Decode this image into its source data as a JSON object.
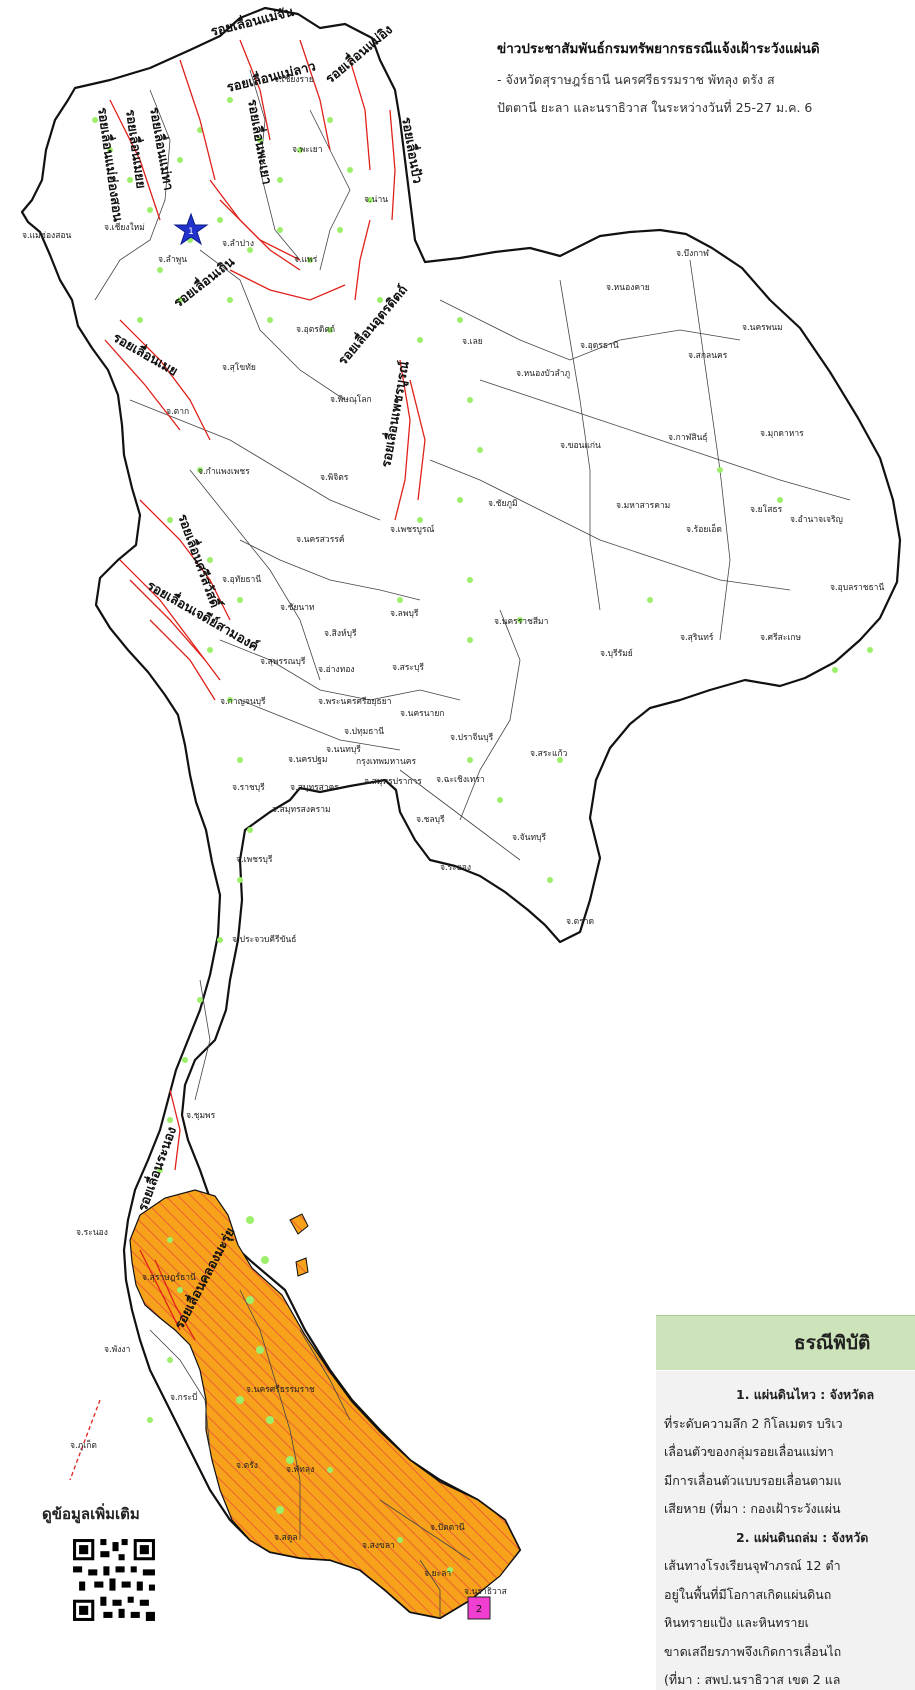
{
  "header": {
    "headline": "ข่าวประชาสัมพันธ์กรมทรัพยากรธรณีแจ้งเฝ้าระวังแผ่นดิ",
    "line1": "- จังหวัดสุราษฎร์ธานี นครศรีธรรมราช พัทลุง ตรัง ส",
    "line2": "ปัตตานี ยะลา และนราธิวาส ในระหว่างวันที่ 25-27 ม.ค. 6"
  },
  "panel": {
    "title": "ธรณีพิบัติ",
    "lines": [
      "1. แผ่นดินไหว : จังหวัดล",
      "ที่ระดับความลึก 2 กิโลเมตร บริเว",
      "เลื่อนตัวของกลุ่มรอยเลื่อนแม่ทา",
      "มีการเลื่อนตัวแบบรอยเลื่อนตามแ",
      "เสียหาย (ที่มา : กองเฝ้าระวังแผ่น",
      "2. แผ่นดินถล่ม : จังหวัด",
      "เส้นทางโรงเรียนจุฬาภรณ์ 12 ตำ",
      "อยู่ในพื้นที่มีโอกาสเกิดแผ่นดินถ",
      "หินทรายแป้ง และหินทรายเ",
      "ขาดเสถียรภาพจึงเกิดการเลื่อนไถ",
      "(ที่มา : สพป.นราธิวาส เขต 2 แล"
    ]
  },
  "more_info": {
    "label": "ดูข้อมูลเพิ่มเติม",
    "qr": "qr-code-icon"
  },
  "markers": {
    "earthquake": "1",
    "landslide": "2"
  },
  "colors": {
    "warning_zone": "#f7a21b",
    "hatch": "#e8503a",
    "fault": "#e0201a",
    "risk_dot": "#9cef6a",
    "border": "#111111",
    "star": "#2233cc",
    "landslide": "#f03fd0"
  },
  "faults": [
    "รอยเลื่อนแม่จัน",
    "รอยเลื่อนแม่ลาว",
    "รอยเลื่อนแม่อิง",
    "รอยเลื่อนพะเยา",
    "รอยเลื่อนแม่ทา",
    "รอยเลื่อนปัว",
    "รอยเลื่อนแม่ฮ่องสอน",
    "รอยเลื่อนเมยย",
    "รอยเลื่อนเถิน",
    "รอยเลื่อนอุตรดิตถ์",
    "รอยเลื่อนเมย",
    "รอยเลื่อนเพชรบูรณ์",
    "รอยเลื่อนศรีสวัสดิ์",
    "รอยเลื่อนเจดีย์สามองค์",
    "รอยเลื่อนระนอง",
    "รอยเลื่อนคลองมะรุ่ย"
  ],
  "provinces": [
    "จ.เชียงราย",
    "จ.พะเยา",
    "จ.น่าน",
    "จ.แม่ฮ่องสอน",
    "จ.เชียงใหม่",
    "จ.ลำปาง",
    "จ.ลำพูน",
    "จ.แพร่",
    "จ.อุตรดิตถ์",
    "จ.สุโขทัย",
    "จ.ตาก",
    "จ.พิษณุโลก",
    "จ.เลย",
    "จ.กำแพงเพชร",
    "จ.พิจิตร",
    "จ.เพชรบูรณ์",
    "จ.นครสวรรค์",
    "จ.อุทัยธานี",
    "จ.ชัยนาท",
    "จ.สิงห์บุรี",
    "จ.ลพบุรี",
    "จ.สุพรรณบุรี",
    "จ.อ่างทอง",
    "จ.พระนครศรีอยุธยา",
    "จ.สระบุรี",
    "จ.กาญจนบุรี",
    "จ.นครนายก",
    "จ.ปทุมธานี",
    "จ.นนทบุรี",
    "จ.นครปฐม",
    "กรุงเทพมหานคร",
    "จ.ราชบุรี",
    "จ.สมุทรสาคร",
    "จ.สมุทรปราการ",
    "จ.สมุทรสงคราม",
    "จ.ฉะเชิงเทรา",
    "จ.ปราจีนบุรี",
    "จ.สระแก้ว",
    "จ.ชลบุรี",
    "จ.ระยอง",
    "จ.จันทบุรี",
    "จ.ตราด",
    "จ.เพชรบุรี",
    "จ.ประจวบคีรีขันธ์",
    "จ.ชุมพร",
    "จ.ระนอง",
    "จ.สุราษฎร์ธานี",
    "จ.พังงา",
    "จ.กระบี่",
    "จ.ภูเก็ต",
    "จ.นครศรีธรรมราช",
    "จ.ตรัง",
    "จ.พัทลุง",
    "จ.สตูล",
    "จ.สงขลา",
    "จ.ปัตตานี",
    "จ.ยะลา",
    "จ.นราธิวาส",
    "จ.บึงกาฬ",
    "จ.หนองคาย",
    "จ.อุดรธานี",
    "จ.นครพนม",
    "จ.สกลนคร",
    "จ.หนองบัวลำภู",
    "จ.ขอนแก่น",
    "จ.กาฬสินธุ์",
    "จ.มุกดาหาร",
    "จ.ชัยภูมิ",
    "จ.มหาสารคาม",
    "จ.ร้อยเอ็ด",
    "จ.ยโสธร",
    "จ.อำนาจเจริญ",
    "จ.อุบลราชธานี",
    "จ.นครราชสีมา",
    "จ.บุรีรัมย์",
    "จ.สุรินทร์",
    "จ.ศรีสะเกษ"
  ]
}
